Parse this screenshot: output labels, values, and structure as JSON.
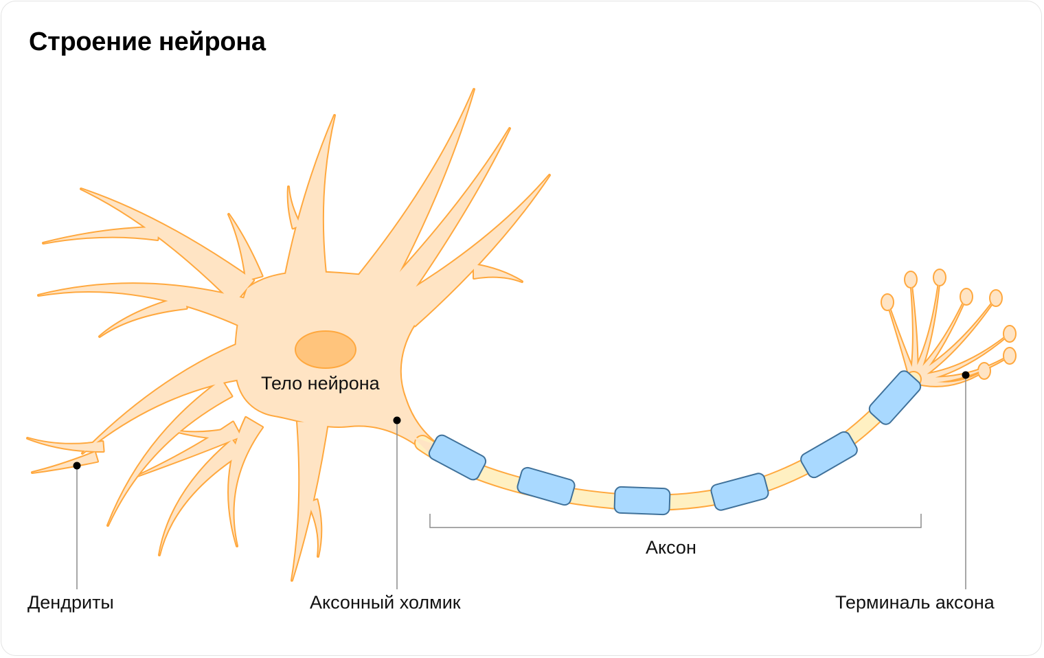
{
  "title": "Строение нейрона",
  "labels": {
    "body": "Тело нейрона",
    "axon": "Аксон",
    "dendrites": "Дендриты",
    "hillock": "Аксонный холмик",
    "terminal": "Терминаль аксона"
  },
  "colors": {
    "cell_fill": "#FFE4C4",
    "cell_stroke": "#FFA83E",
    "nucleus": "#FFC47C",
    "axon_fill": "#FFF0C2",
    "myelin_fill": "#A9D9FF",
    "myelin_stroke": "#3F719A",
    "pointer": "#8a8a8a"
  }
}
